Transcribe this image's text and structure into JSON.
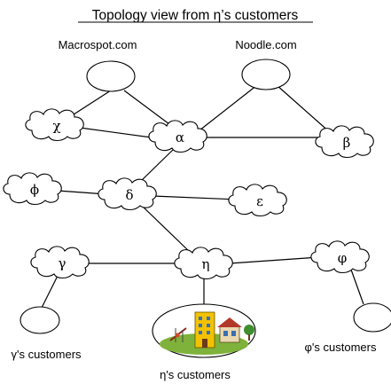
{
  "title": "Topology view from η’s customers",
  "nodes": {
    "macrospot": "Macrospot.com",
    "noodle": "Noodle.com",
    "chi": "χ",
    "alpha": "α",
    "beta": "β",
    "phi": "ϕ",
    "delta": "δ",
    "epsilon": "ε",
    "gamma": "γ",
    "eta": "η",
    "varphi": "φ"
  },
  "captions": {
    "gamma_customers": "γ's customers",
    "eta_customers": "η's customers",
    "varphi_customers": "φ's customers"
  }
}
